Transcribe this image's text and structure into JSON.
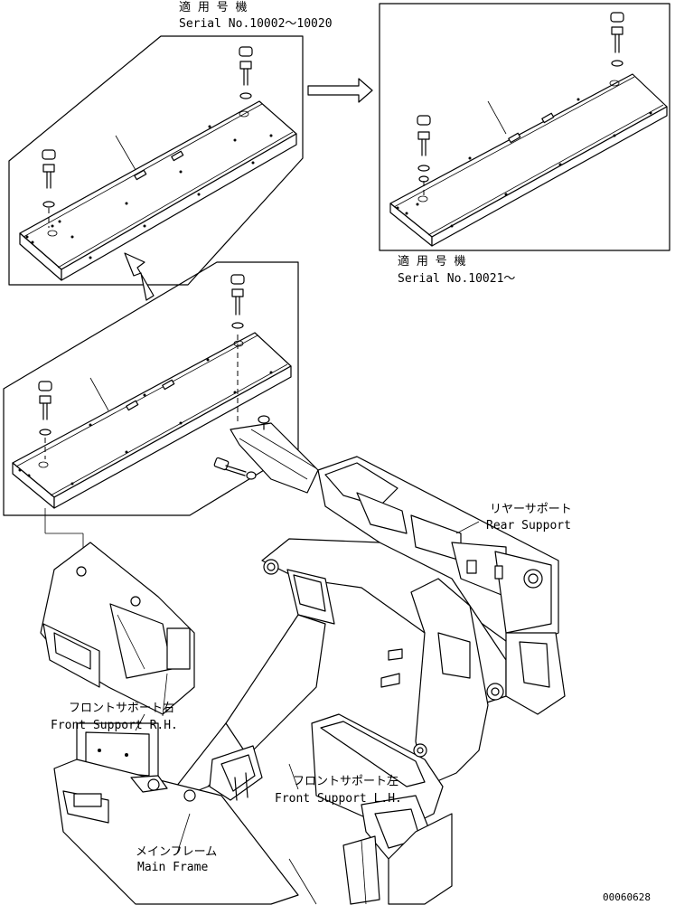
{
  "labels": {
    "applicable_top_jp": "適 用 号 機",
    "applicable_top_serial": "Serial No.10002～10020",
    "applicable_right_jp": "適 用 号 機",
    "applicable_right_serial": "Serial No.10021～",
    "rear_support_jp": "リヤーサポート",
    "rear_support_en": "Rear Support",
    "front_support_rh_jp": "フロントサポート右",
    "front_support_rh_en": "Front Support R.H.",
    "front_support_lh_jp": "フロントサポート左",
    "front_support_lh_en": "Front Support L.H.",
    "main_frame_jp": "メインフレーム",
    "main_frame_en": "Main Frame",
    "drawing_number": "00060628"
  },
  "icons": {
    "arrow_right": "arrow-right-outline-icon",
    "arrow_up": "arrow-up-outline-icon"
  },
  "colors": {
    "line": "#000000",
    "background": "#ffffff"
  }
}
